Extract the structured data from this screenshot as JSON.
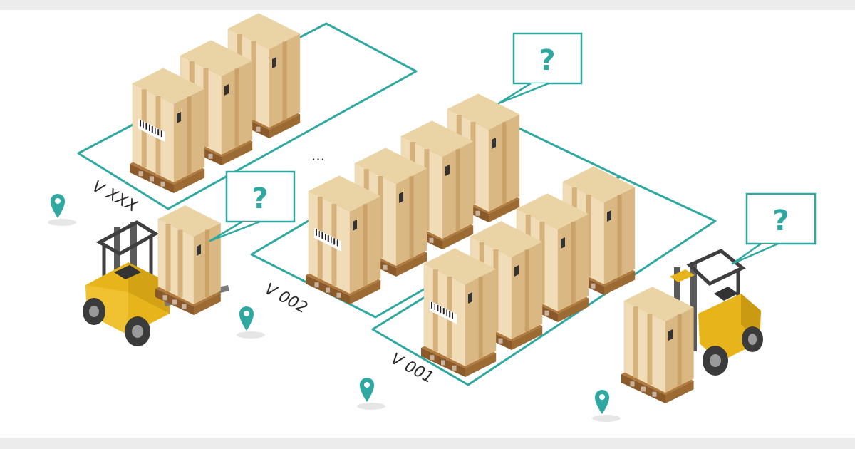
{
  "zones": [
    {
      "id": "vxxx",
      "label": "V XXX"
    },
    {
      "id": "v002",
      "label": "V 002"
    },
    {
      "id": "v001",
      "label": "V 001"
    }
  ],
  "ellipsis": "...",
  "bubbles": [
    {
      "id": "bubble-row",
      "text": "?"
    },
    {
      "id": "bubble-left-forklift",
      "text": "?"
    },
    {
      "id": "bubble-right-forklift",
      "text": "?"
    }
  ],
  "colors": {
    "background": "#ffffff",
    "frame": "#ececec",
    "zone_outline": "#2ea8a0",
    "box_front": "#f0dcb6",
    "box_side": "#d9b883",
    "box_top": "#ead3a5",
    "tape": "#cfa76e",
    "pallet": "#b0793d",
    "pallet_dark": "#8a5a2b",
    "forklift": "#e8b41c",
    "forklift_dark": "#b98a0e",
    "mast": "#5a5a5a",
    "tire": "#3b3b3b",
    "pin": "#2ea8a0"
  },
  "icons": [
    "map-pin-icon",
    "forklift-icon",
    "question-bubble-icon",
    "barcode-label-icon"
  ]
}
